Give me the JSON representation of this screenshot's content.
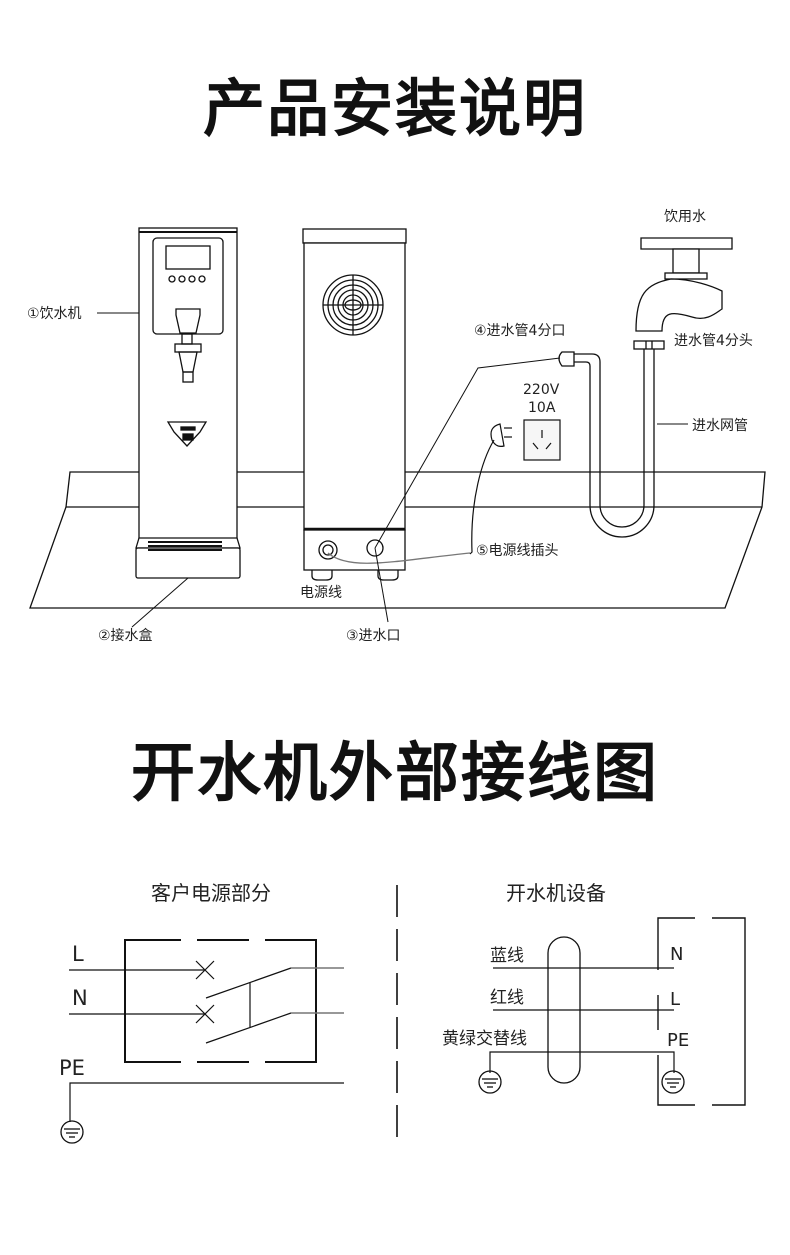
{
  "section1": {
    "title": "产品安装说明",
    "labels": {
      "dispenser": "①饮水机",
      "drip_tray": "②接水盒",
      "water_inlet": "③进水口",
      "inlet_pipe_port": "④进水管4分口",
      "power_plug": "⑤电源线插头",
      "power_cord": "电源线",
      "drinking_water": "饮用水",
      "inlet_pipe_head": "进水管4分头",
      "mesh_pipe": "进水网管",
      "outlet_voltage": "220V",
      "outlet_current": "10A"
    }
  },
  "section2": {
    "title": "开水机外部接线图",
    "customer": {
      "heading": "客户电源部分",
      "wires": [
        "L",
        "N",
        "PE"
      ]
    },
    "machine": {
      "heading": "开水机设备",
      "wire_labels": [
        "蓝线",
        "红线",
        "黄绿交替线"
      ],
      "terminals": [
        "N",
        "L",
        "PE"
      ]
    }
  }
}
